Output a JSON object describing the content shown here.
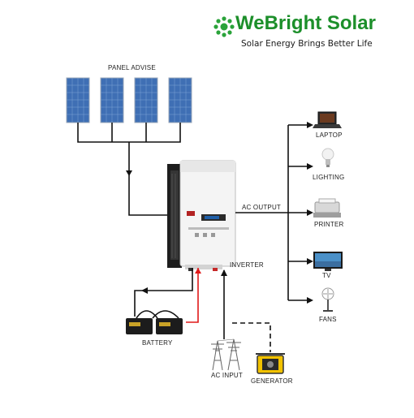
{
  "header": {
    "brand": "WeBright Solar",
    "tagline": "Solar Energy Brings Better Life",
    "brand_color": "#1c8f2a"
  },
  "labels": {
    "panels": "PANEL ADVISE",
    "ac_output": "AC OUTPUT",
    "inverter": "INVERTER",
    "battery": "BATTERY",
    "ac_input": "AC INPUT",
    "generator": "GENERATOR"
  },
  "loads": [
    "LAPTOP",
    "LIGHTING",
    "PRINTER",
    "TV",
    "FANS"
  ],
  "icons": [
    "sun-logo-icon",
    "solar-panel-icon",
    "inverter-icon",
    "battery-icon",
    "pylon-icon",
    "generator-icon",
    "laptop-icon",
    "bulb-icon",
    "printer-icon",
    "tv-icon",
    "fan-icon"
  ],
  "colors": {
    "wire": "#111111",
    "battery_positive": "#e01919"
  }
}
